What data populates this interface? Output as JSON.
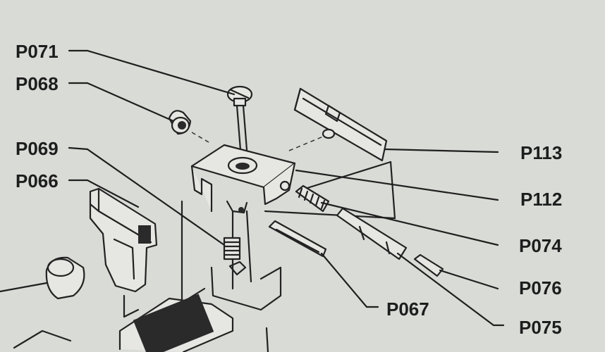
{
  "labels": {
    "p071": "P071",
    "p068": "P068",
    "p069": "P069",
    "p066": "P066",
    "p113": "P113",
    "p112": "P112",
    "p074": "P074",
    "p076": "P076",
    "p067": "P067",
    "p075": "P075"
  },
  "colors": {
    "paper": "#d9dbd6",
    "ink": "#1f1f1f"
  }
}
